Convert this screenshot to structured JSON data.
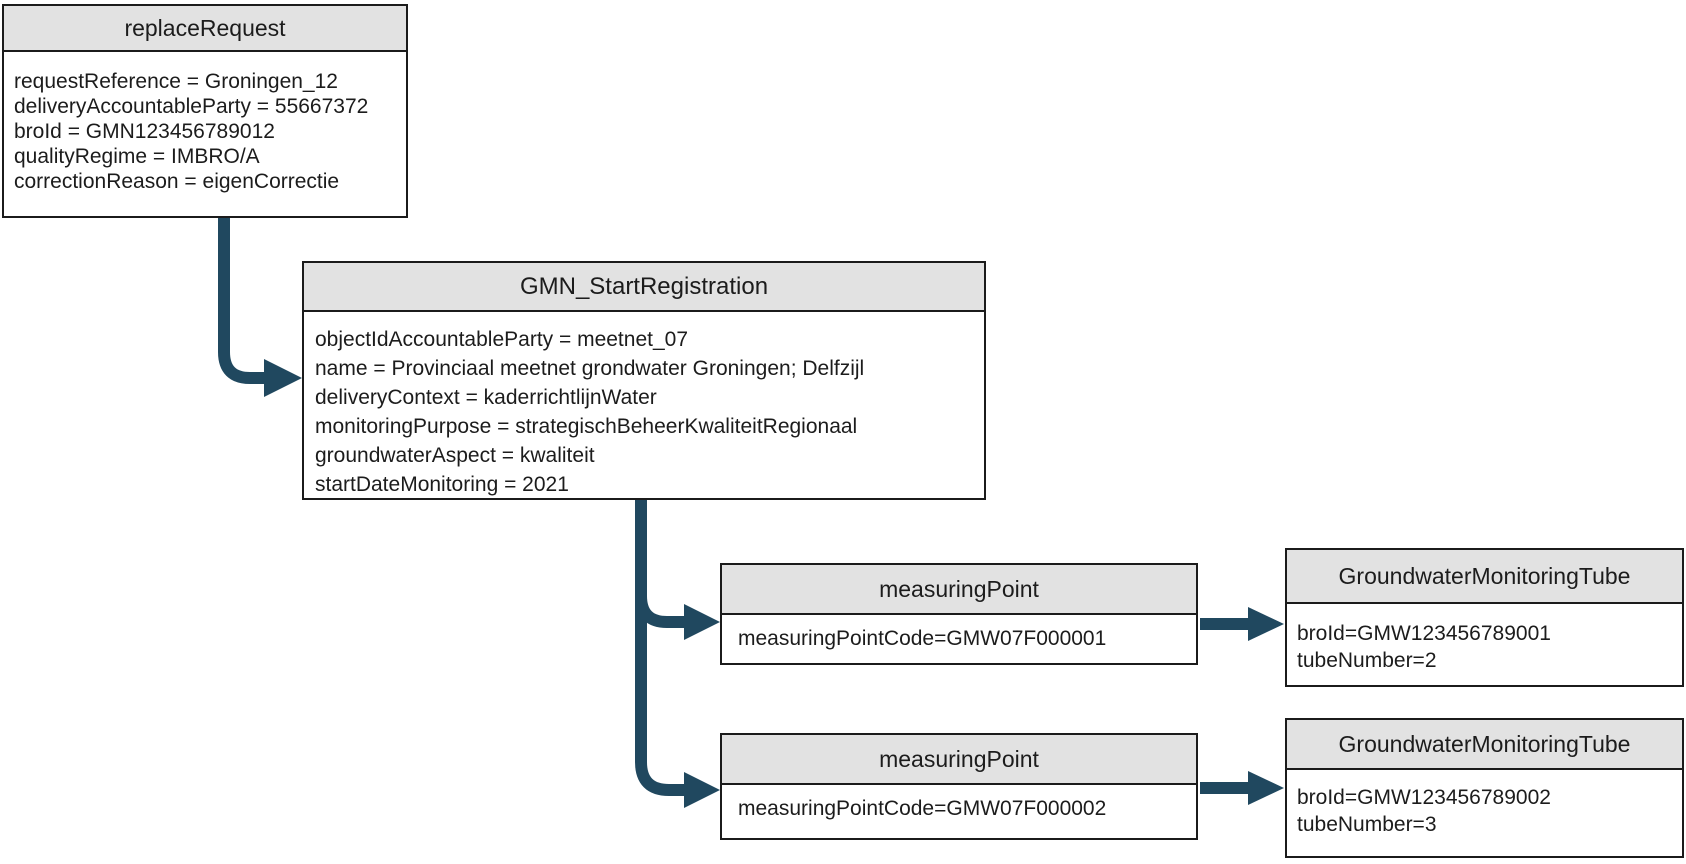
{
  "colors": {
    "arrow": "#20485F",
    "header_fill": "#E2E2E2",
    "border": "#1B1B1B",
    "background": "#FFFFFF",
    "text": "#1C1C1C"
  },
  "nodes": {
    "replaceRequest": {
      "title": "replaceRequest",
      "attributes": [
        "requestReference = Groningen_12",
        "deliveryAccountableParty = 55667372",
        "broId = GMN123456789012",
        "qualityRegime = IMBRO/A",
        "correctionReason = eigenCorrectie"
      ]
    },
    "gmnStartRegistration": {
      "title": "GMN_StartRegistration",
      "attributes": [
        "objectIdAccountableParty = meetnet_07",
        "name = Provinciaal meetnet grondwater Groningen; Delfzijl",
        "deliveryContext = kaderrichtlijnWater",
        "monitoringPurpose = strategischBeheerKwaliteitRegionaal",
        "groundwaterAspect = kwaliteit",
        "startDateMonitoring = 2021"
      ]
    },
    "measuringPoint1": {
      "title": "measuringPoint",
      "attributes": [
        "measuringPointCode=GMW07F000001"
      ]
    },
    "groundwaterMonitoringTube1": {
      "title": "GroundwaterMonitoringTube",
      "attributes": [
        "broId=GMW123456789001",
        "tubeNumber=2"
      ]
    },
    "measuringPoint2": {
      "title": "measuringPoint",
      "attributes": [
        "measuringPointCode=GMW07F000002"
      ]
    },
    "groundwaterMonitoringTube2": {
      "title": "GroundwaterMonitoringTube",
      "attributes": [
        "broId=GMW123456789002",
        "tubeNumber=3"
      ]
    }
  },
  "edges": [
    {
      "from": "replaceRequest",
      "to": "gmnStartRegistration"
    },
    {
      "from": "gmnStartRegistration",
      "to": "measuringPoint1"
    },
    {
      "from": "gmnStartRegistration",
      "to": "measuringPoint2"
    },
    {
      "from": "measuringPoint1",
      "to": "groundwaterMonitoringTube1"
    },
    {
      "from": "measuringPoint2",
      "to": "groundwaterMonitoringTube2"
    }
  ]
}
